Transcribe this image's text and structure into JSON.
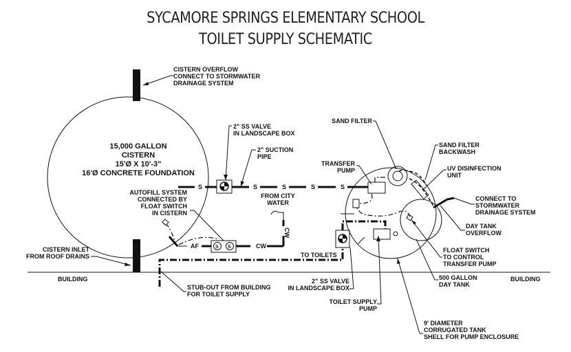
{
  "title": {
    "line1": "SYCAMORE SPRINGS ELEMENTARY SCHOOL",
    "line2": "TOILET SUPPLY SCHEMATIC"
  },
  "cistern": {
    "label_lines": [
      "15,000 GALLON",
      "CISTERN",
      "15'Ø X 10'-3\"",
      "16'Ø CONCRETE FOUNDATION"
    ]
  },
  "callouts": {
    "cistern_overflow": [
      "CISTERN OVERFLOW",
      "CONNECT TO STORMWATER",
      "DRAINAGE SYSTEM"
    ],
    "ss_valve_top": [
      "2\" SS VALVE",
      "IN LANDSCAPE BOX"
    ],
    "suction_pipe": [
      "2\" SUCTION",
      "PIPE"
    ],
    "autofill": [
      "AUTOFILL SYSTEM",
      "CONNECTED BY",
      "FLOAT SWITCH",
      "IN CISTERN"
    ],
    "from_city_water": [
      "FROM CITY",
      "WATER"
    ],
    "cistern_inlet": [
      "CISTERN INLET",
      "FROM ROOF DRAINS"
    ],
    "stub_out": [
      "STUB-OUT FROM BUILDING",
      "FOR TOILET SUPPLY"
    ],
    "to_toilets": "TO TOILETS",
    "ss_valve_bottom": [
      "2\" SS VALVE",
      "IN LANDSCAPE BOX"
    ],
    "toilet_supply_pump": [
      "TOILET SUPPLY",
      "PUMP"
    ],
    "corrugated_tank": [
      "9' DIAMETER",
      "CORRUGATED TANK",
      "SHELL FOR PUMP ENCLOSURE"
    ],
    "sand_filter": "SAND FILTER",
    "sand_filter_backwash": [
      "SAND FILTER",
      "BACKWASH"
    ],
    "uv_unit": [
      "UV DISINFECTION",
      "UNIT"
    ],
    "transfer_pump": [
      "TRANSFER",
      "PUMP"
    ],
    "connect_stormwater": [
      "CONNECT TO",
      "STORMWATER",
      "DRAINAGE SYSTEM"
    ],
    "day_tank_overflow": [
      "DAY TANK",
      "OVERFLOW"
    ],
    "float_switch": [
      "FLOAT SWITCH",
      "TO CONTROL",
      "TRANSFER PUMP"
    ],
    "day_tank": [
      "500 GALLON",
      "DAY TANK"
    ]
  },
  "pipe_labels": {
    "suction": "S",
    "autofill": "AF",
    "city_water": "CW",
    "solenoid": "S"
  },
  "building": {
    "left": "BUILDING",
    "right": "BUILDING"
  }
}
